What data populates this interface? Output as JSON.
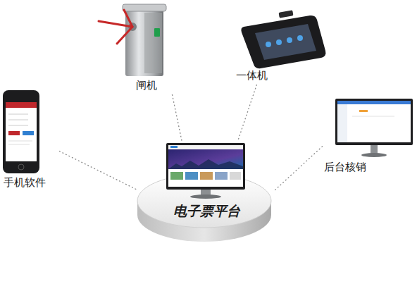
{
  "diagram": {
    "nodes": [
      {
        "text": [
          "闸机"
        ]
      },
      {
        "text": [
          "一体机"
        ]
      },
      {
        "text": [
          "后台核销"
        ]
      },
      {
        "text": [
          "手机软件"
        ]
      },
      {
        "text": [
          "电子票平台"
        ]
      }
    ],
    "edges": [
      {
        "from": 0,
        "to": 4,
        "arrow": "none"
      },
      {
        "from": 1,
        "to": 4,
        "arrow": "none"
      },
      {
        "from": 2,
        "to": 4,
        "arrow": "none"
      },
      {
        "from": 3,
        "to": 4,
        "arrow": "none"
      }
    ]
  }
}
